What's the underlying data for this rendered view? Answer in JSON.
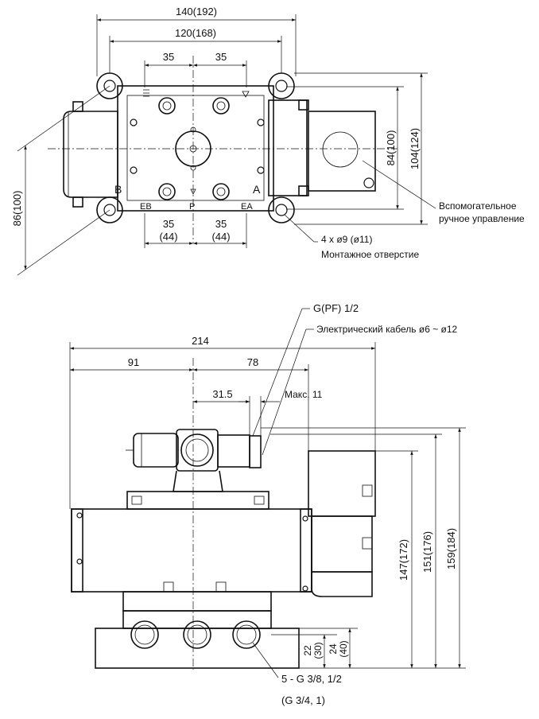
{
  "top_view": {
    "dim_overall_width": "140(192)",
    "dim_mount_width": "120(168)",
    "dim_upper_left": "35",
    "dim_upper_right": "35",
    "dim_lower_left_a": "35",
    "dim_lower_left_b": "(44)",
    "dim_lower_right_a": "35",
    "dim_lower_right_b": "(44)",
    "dim_height_inner": "84(100)",
    "dim_height_outer": "104(124)",
    "dim_left_diag": "86(100)",
    "port_a": "A",
    "port_b": "B",
    "port_p": "P",
    "port_ea": "EA",
    "port_eb": "EB",
    "manual_override_line1": "Вспомогательное",
    "manual_override_line2": "ручное управление",
    "mount_hole_line1": "4 x ø9 (ø11)",
    "mount_hole_line2": "Монтажное отверстие"
  },
  "front_view": {
    "label_conduit": "G(PF) 1/2",
    "label_cable": "Электрический кабель ø6 ~ ø12",
    "dim_overall": "214",
    "dim_left": "91",
    "dim_right": "78",
    "dim_conduit_offset": "31.5",
    "dim_max": "Макс. 11",
    "dim_h1": "147(172)",
    "dim_h2": "151(176)",
    "dim_h3": "159(184)",
    "dim_base_a": "22",
    "dim_base_a2": "(30)",
    "dim_base_b": "24",
    "dim_base_b2": "(40)",
    "port_thread_line1": "5 - G 3/8, 1/2",
    "port_thread_line2": "(G 3/4, 1)"
  }
}
